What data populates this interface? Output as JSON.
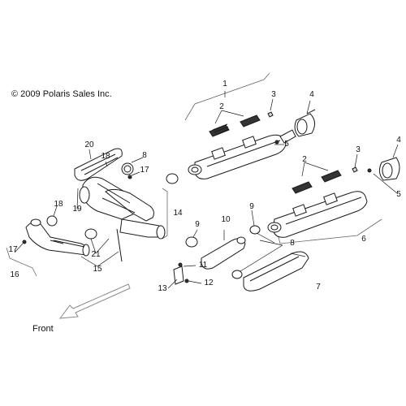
{
  "copyright": "© 2009 Polaris Sales Inc.",
  "direction_label": "Front",
  "callouts": [
    {
      "id": "c1",
      "text": "1"
    },
    {
      "id": "c2a",
      "text": "2"
    },
    {
      "id": "c3a",
      "text": "3"
    },
    {
      "id": "c4a",
      "text": "4"
    },
    {
      "id": "c5a",
      "text": "5"
    },
    {
      "id": "c2b",
      "text": "2"
    },
    {
      "id": "c3b",
      "text": "3"
    },
    {
      "id": "c4b",
      "text": "4"
    },
    {
      "id": "c5b",
      "text": "5"
    },
    {
      "id": "c6",
      "text": "6"
    },
    {
      "id": "c7",
      "text": "7"
    },
    {
      "id": "c8a",
      "text": "8"
    },
    {
      "id": "c8b",
      "text": "8"
    },
    {
      "id": "c9a",
      "text": "9"
    },
    {
      "id": "c9b",
      "text": "9"
    },
    {
      "id": "c10",
      "text": "10"
    },
    {
      "id": "c11",
      "text": "11"
    },
    {
      "id": "c12",
      "text": "12"
    },
    {
      "id": "c13",
      "text": "13"
    },
    {
      "id": "c14",
      "text": "14"
    },
    {
      "id": "c15",
      "text": "15"
    },
    {
      "id": "c16",
      "text": "16"
    },
    {
      "id": "c17a",
      "text": "17"
    },
    {
      "id": "c17b",
      "text": "17"
    },
    {
      "id": "c18a",
      "text": "18"
    },
    {
      "id": "c18b",
      "text": "18"
    },
    {
      "id": "c19",
      "text": "19"
    },
    {
      "id": "c20",
      "text": "20"
    },
    {
      "id": "c21",
      "text": "21"
    }
  ]
}
